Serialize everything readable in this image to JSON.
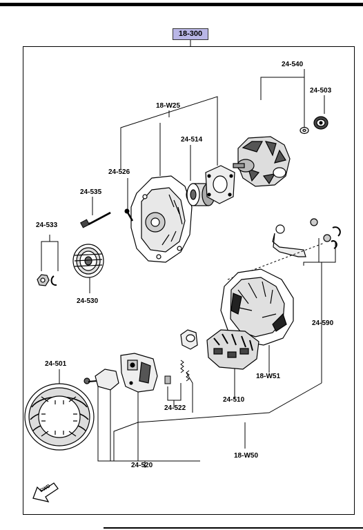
{
  "diagram": {
    "ref": "18-300",
    "labels": {
      "a540": "24-540",
      "a503": "24-503",
      "w25": "18-W25",
      "a514": "24-514",
      "a526": "24-526",
      "a535": "24-535",
      "a533": "24-533",
      "a530": "24-530",
      "a590": "24-590",
      "w51": "18-W51",
      "a501": "24-501",
      "a510": "24-510",
      "a522": "24-522",
      "w50": "18-W50",
      "a520": "24-520"
    },
    "fwd": "FWD"
  }
}
